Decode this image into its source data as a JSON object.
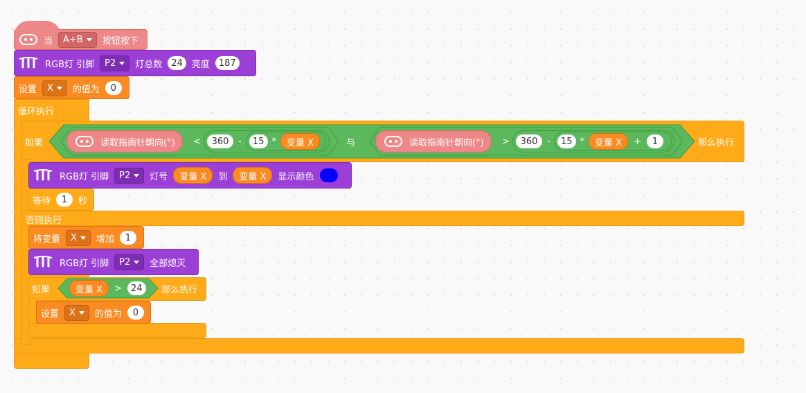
{
  "hat": {
    "when": "当",
    "button": "A+B",
    "pressed": "按钮按下"
  },
  "rgb_init": {
    "label": "RGB灯 引脚",
    "pin": "P2",
    "count_label": "灯总数",
    "count": "24",
    "brightness_label": "亮度",
    "brightness": "187"
  },
  "set1": {
    "label": "设置",
    "var": "X",
    "value_label": "的值为",
    "value": "0"
  },
  "forever": {
    "label": "循环执行"
  },
  "if1": {
    "label": "如果",
    "compass1": "读取指南针朝向(°)",
    "lt": "<",
    "n360a": "360",
    "minus": "-",
    "n15a": "15",
    "mul": "*",
    "var_x": "变量 X",
    "and": "与",
    "compass2": "读取指南针朝向(°)",
    "gt": ">",
    "n360b": "360",
    "n15b": "15",
    "plus": "+",
    "one": "1",
    "then": "那么执行"
  },
  "rgb_set": {
    "label": "RGB灯 引脚",
    "pin": "P2",
    "index_label": "灯号",
    "var_a": "变量 X",
    "to": "到",
    "var_b": "变量 X",
    "color_label": "显示颜色",
    "color": "#0000ff"
  },
  "wait": {
    "label": "等待",
    "value": "1",
    "unit": "秒"
  },
  "else": {
    "label": "否则执行"
  },
  "change": {
    "label": "将变量",
    "var": "X",
    "inc_label": "增加",
    "value": "1"
  },
  "rgb_off": {
    "label": "RGB灯 引脚",
    "pin": "P2",
    "off": "全部熄灭"
  },
  "if2": {
    "label": "如果",
    "var_x": "变量 X",
    "gt": ">",
    "value": "24",
    "then": "那么执行"
  },
  "set2": {
    "label": "设置",
    "var": "X",
    "value_label": "的值为",
    "value": "0"
  },
  "colors": {
    "control": "#FFAB19",
    "event": "#EE8888",
    "rgb": "#9B3FD6",
    "variable": "#F98B22",
    "operator": "#5CB85C"
  }
}
